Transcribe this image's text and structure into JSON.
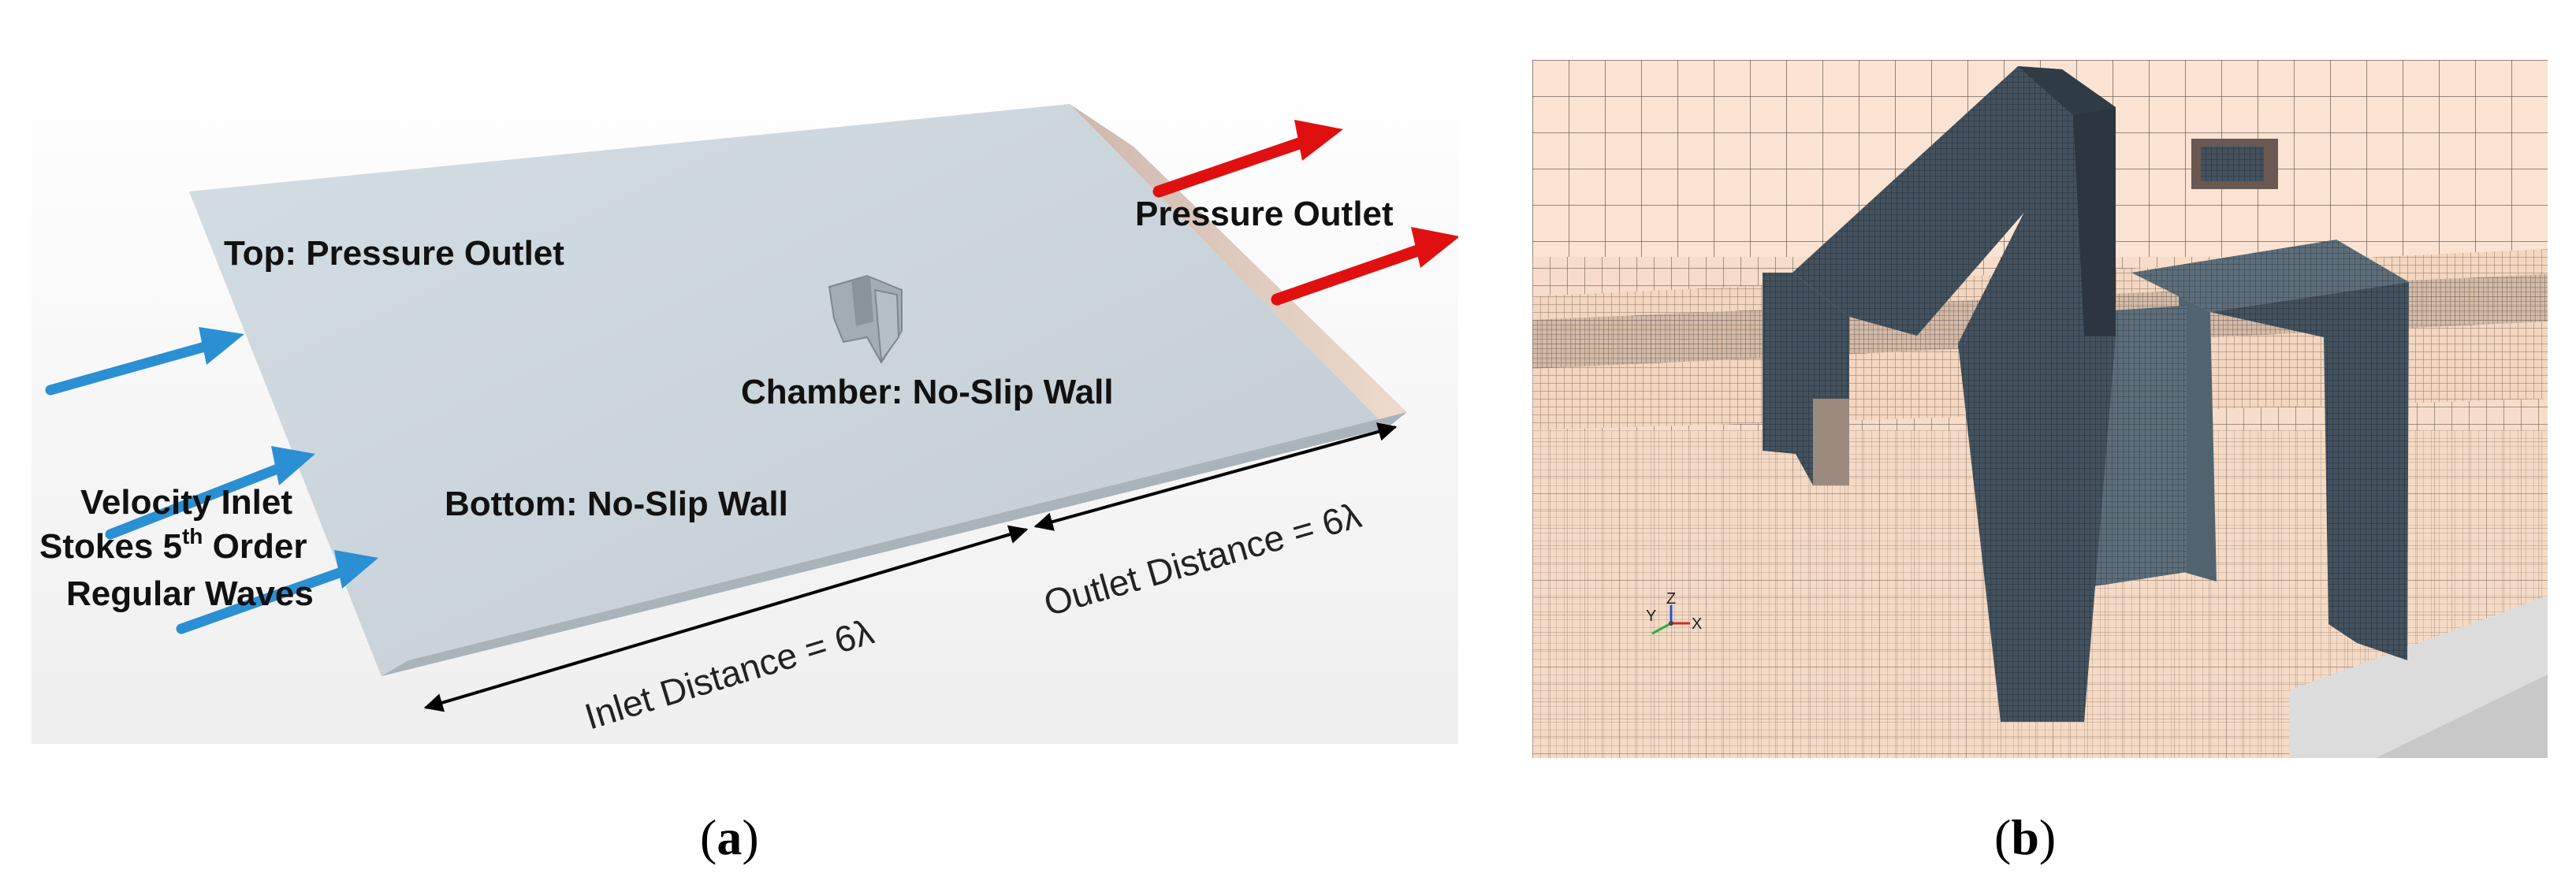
{
  "panel_a": {
    "labels": {
      "top": "Top: Pressure Outlet",
      "outlet": "Pressure Outlet",
      "chamber": "Chamber: No-Slip Wall",
      "bottom": "Bottom: No-Slip Wall",
      "inlet_line1": "Velocity Inlet",
      "inlet_line2_a": "Stokes 5",
      "inlet_line2_sup": "th",
      "inlet_line2_b": " Order",
      "inlet_line3": "Regular Waves",
      "inlet_distance": "Inlet Distance = 6λ",
      "outlet_distance": "Outlet Distance = 6λ"
    },
    "caption": "a",
    "colors": {
      "inflow_arrow": "#2b8fd4",
      "outflow_arrow": "#e01010",
      "domain_top": "#c9d3da",
      "inlet_face": "#e8b9bd",
      "outlet_face": "#dcc4b6"
    }
  },
  "panel_b": {
    "axes": {
      "y": "Y",
      "z": "Z",
      "x": "X"
    },
    "caption": "b",
    "colors": {
      "background_mesh": "#f6dcc7",
      "structure": "#3f4f5c"
    }
  }
}
